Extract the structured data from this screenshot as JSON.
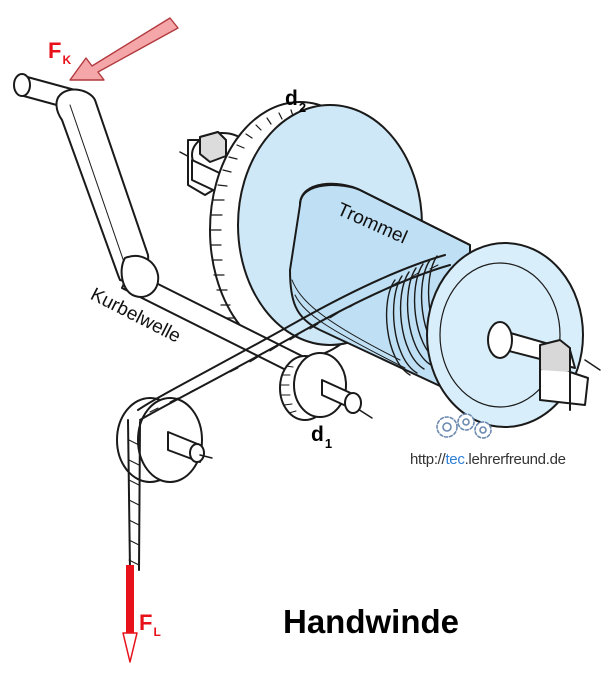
{
  "diagram": {
    "title": "Handwinde",
    "labels": {
      "force_crank": {
        "symbol": "F",
        "sub": "K"
      },
      "force_load": {
        "symbol": "F",
        "sub": "L"
      },
      "diameter_gear": {
        "symbol": "d",
        "sub": "2"
      },
      "diameter_pinion": {
        "symbol": "d",
        "sub": "1"
      },
      "drum": "Trommel",
      "crankshaft": "Kurbelwelle"
    },
    "watermark": {
      "prefix": "http://",
      "highlight": "tec",
      "suffix": ".lehrerfreund.de"
    },
    "colors": {
      "force": "#e8111a",
      "force_arrow_fill": "#f4a6a8",
      "drum_fill": "#cfe8f7",
      "drum_light": "#e3f2fb",
      "outline": "#1a1a1a",
      "watermark_accent": "#2f7fd6"
    }
  }
}
